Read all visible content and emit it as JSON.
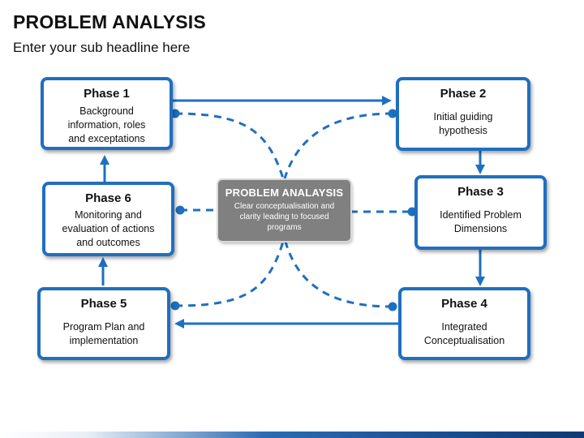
{
  "header": {
    "title": "PROBLEM ANALYSIS",
    "subtitle": "Enter your sub headline here"
  },
  "center": {
    "title": "PROBLEM ANALAYSIS",
    "description": "Clear conceptualisation and\nclarity leading to focused\nprograms"
  },
  "phases": [
    {
      "title": "Phase 1",
      "description": "Background\ninformation, roles\nand exceptations"
    },
    {
      "title": "Phase 2",
      "description": "Initial guiding\nhypothesis"
    },
    {
      "title": "Phase 3",
      "description": "Identified Problem\nDimensions"
    },
    {
      "title": "Phase 4",
      "description": "Integrated\nConceptualisation"
    },
    {
      "title": "Phase 5",
      "description": "Program Plan and\nimplementation"
    },
    {
      "title": "Phase 6",
      "description": "Monitoring and\nevaluation of actions\nand outcomes"
    }
  ],
  "colors": {
    "accent": "#1f6fc0",
    "center_box": "#808080",
    "text": "#111111"
  }
}
